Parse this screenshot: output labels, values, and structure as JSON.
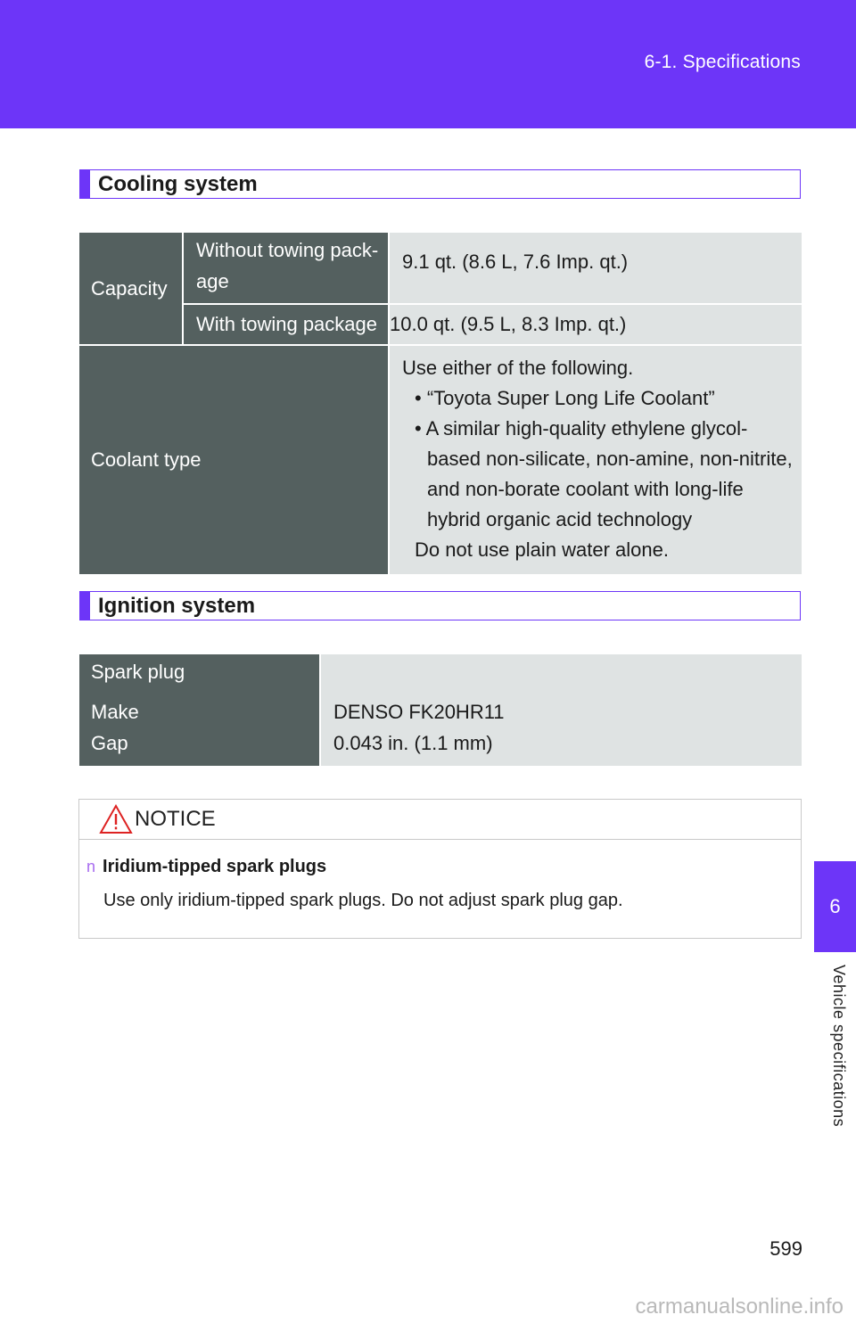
{
  "header": {
    "section": "6-1. Specifications"
  },
  "side_tab": {
    "number": "6",
    "label": "Vehicle specifications"
  },
  "cooling": {
    "heading": "Cooling system",
    "capacity_label": "Capacity",
    "rows": [
      {
        "sub_label_line1": "Without towing pack-",
        "sub_label_line2": "age",
        "value": "9.1 qt. (8.6 L, 7.6 Imp. qt.)"
      },
      {
        "sub_label": "With towing package",
        "value": "10.0 qt. (9.5 L, 8.3 Imp. qt.)"
      }
    ],
    "coolant_label": "Coolant type",
    "coolant_lines": [
      "Use either of the following.",
      "• “Toyota Super Long Life Coolant”",
      "• A similar high-quality ethylene glycol-",
      "based non-silicate, non-amine, non-nitrite,",
      "and non-borate coolant with long-life",
      "hybrid organic acid technology",
      "Do not use plain water alone."
    ]
  },
  "ignition": {
    "heading": "Ignition system",
    "label_line1": "Spark plug",
    "label_line2": "Make",
    "label_line3": "Gap",
    "make_value": "DENSO FK20HR11",
    "gap_value": "0.043 in. (1.1 mm)"
  },
  "notice": {
    "title": "NOTICE",
    "bullet": "n",
    "item_title": "Iridium-tipped spark plugs",
    "item_body": "Use only iridium-tipped spark plugs. Do not adjust spark plug gap."
  },
  "page_number": "599",
  "watermark": "carmanualsonline.info"
}
